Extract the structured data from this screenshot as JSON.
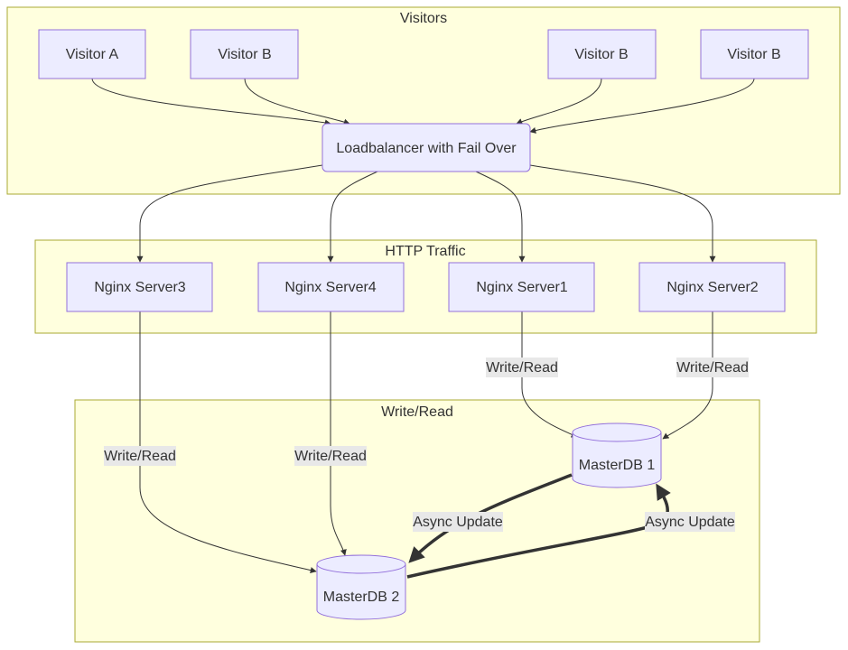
{
  "clusters": {
    "visitors": "Visitors",
    "http": "HTTP Traffic",
    "db": "Write/Read"
  },
  "nodes": {
    "visitor_a": "Visitor A",
    "visitor_b1": "Visitor B",
    "visitor_b2": "Visitor B",
    "visitor_b3": "Visitor B",
    "loadbalancer": "Loadbalancer with Fail Over",
    "nginx3": "Nginx Server3",
    "nginx4": "Nginx Server4",
    "nginx1": "Nginx Server1",
    "nginx2": "Nginx Server2",
    "masterdb1": "MasterDB 1",
    "masterdb2": "MasterDB 2"
  },
  "edge_labels": {
    "nginx1_db1": "Write/Read",
    "nginx2_db1": "Write/Read",
    "nginx3_db2": "Write/Read",
    "nginx4_db2": "Write/Read",
    "db1_to_db2": "Async Update",
    "db2_to_db1": "Async Update"
  },
  "colors": {
    "cluster_fill": "#ffffde",
    "cluster_stroke": "#aaaa33",
    "node_fill": "#ececff",
    "node_stroke": "#9370db",
    "edge": "#333333",
    "label_bg": "#e8e8e8"
  }
}
